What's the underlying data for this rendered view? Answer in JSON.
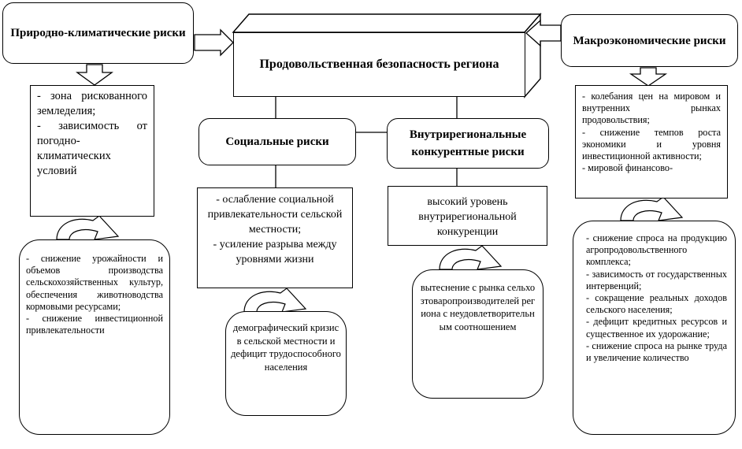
{
  "center": {
    "title": "Продовольственная безопасность региона"
  },
  "left_header": {
    "title": "Природно-климатические риски"
  },
  "right_header": {
    "title": "Макроэкономические риски"
  },
  "social_header": {
    "title": "Социальные риски"
  },
  "intra_header": {
    "title": "Внутрирегиональные конкурентные риски"
  },
  "left_factors": {
    "items": [
      "- зона рискованного земледелия;",
      "- зависимость от погодно-климатических условий"
    ]
  },
  "left_effects": {
    "items": [
      "- снижение урожайности и объемов производства сельскохозяйственных культур, обеспечения животноводства кормовыми ресурсами;",
      "- снижение инвестиционной привлекательности"
    ]
  },
  "social_factors": {
    "items": [
      "- ослабление социальной привлекательности сельской местности;",
      "- усиление разрыва между уровнями жизни"
    ]
  },
  "social_effects": {
    "text": "демографический кризис в сельской местности и дефицит трудоспособного населения"
  },
  "intra_factors": {
    "text": "высокий уровень внутрирегиональной конкуренции"
  },
  "intra_effects": {
    "text": "вытеснение с рынка сельхозтоваропроизводителей региона с неудовлетворительным соотношением"
  },
  "right_factors": {
    "items": [
      "- колебания цен на мировом и внутренних рынках продовольствия;",
      "- снижение темпов роста экономики и уровня инвестиционной активности;",
      "- мировой финансово-"
    ]
  },
  "right_effects": {
    "items": [
      "- снижение спроса на продукцию агропродовольственного комплекса;",
      "- зависимость от государственных интервенций;",
      "- сокращение реальных доходов сельского населения;",
      "- дефицит кредитных ресурсов и существенное их удорожание;",
      "- снижение спроса на рынке труда и увеличение количество"
    ]
  }
}
